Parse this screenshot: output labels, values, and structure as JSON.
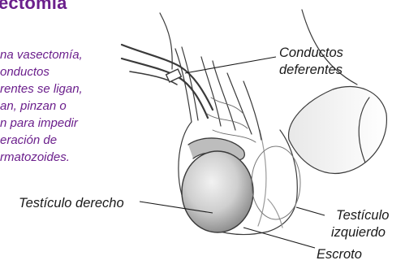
{
  "title": "ectomía",
  "description_lines": [
    "na vasectomía,",
    "onductos",
    "rentes se ligan,",
    "an, pinzan o",
    "n para impedir",
    "eración de",
    "rmatozoides."
  ],
  "labels": {
    "vas_deferens_line1": "Conductos",
    "vas_deferens_line2": "deferentes",
    "right_testicle": "Testículo derecho",
    "left_testicle_line1": "Testículo",
    "left_testicle_line2": "izquierdo",
    "scrotum": "Escroto"
  },
  "colors": {
    "title_text": "#6b1f8c",
    "label_text": "#1a1a1a",
    "illustration_lines": "#3a3a3a",
    "testicle_fill": "#c9c9c9"
  }
}
